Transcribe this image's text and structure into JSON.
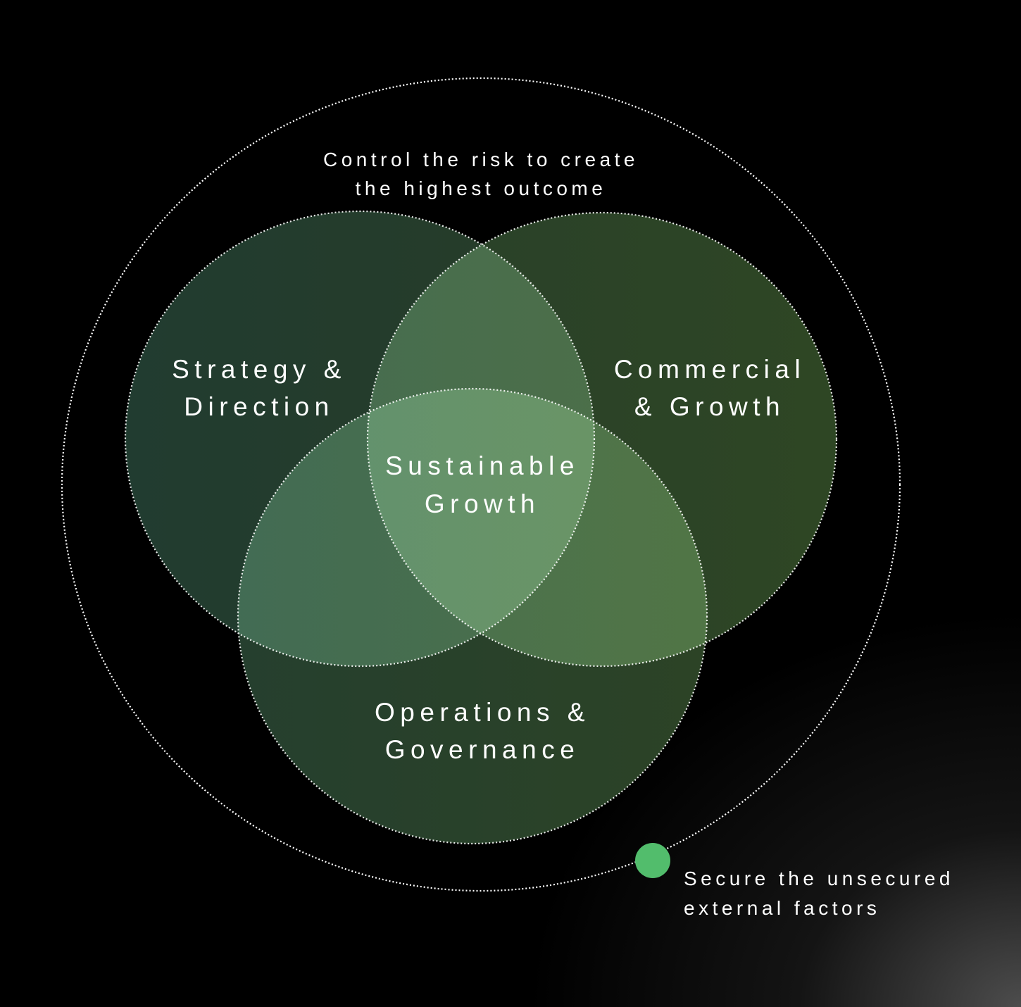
{
  "title_lines": [
    "Control the risk to create",
    "the highest outcome"
  ],
  "circles": {
    "strategy": [
      "Strategy &",
      "Direction"
    ],
    "commercial": [
      "Commercial",
      "& Growth"
    ],
    "operations": [
      "Operations &",
      "Governance"
    ],
    "center": [
      "Sustainable",
      "Growth"
    ]
  },
  "legend": {
    "lines": [
      "Secure the unsecured",
      "external factors"
    ],
    "dot_color": "#52bd6c"
  },
  "colors": {
    "background": "#000000",
    "circle_fill": "#263b2a",
    "outline": "#ffffff"
  }
}
